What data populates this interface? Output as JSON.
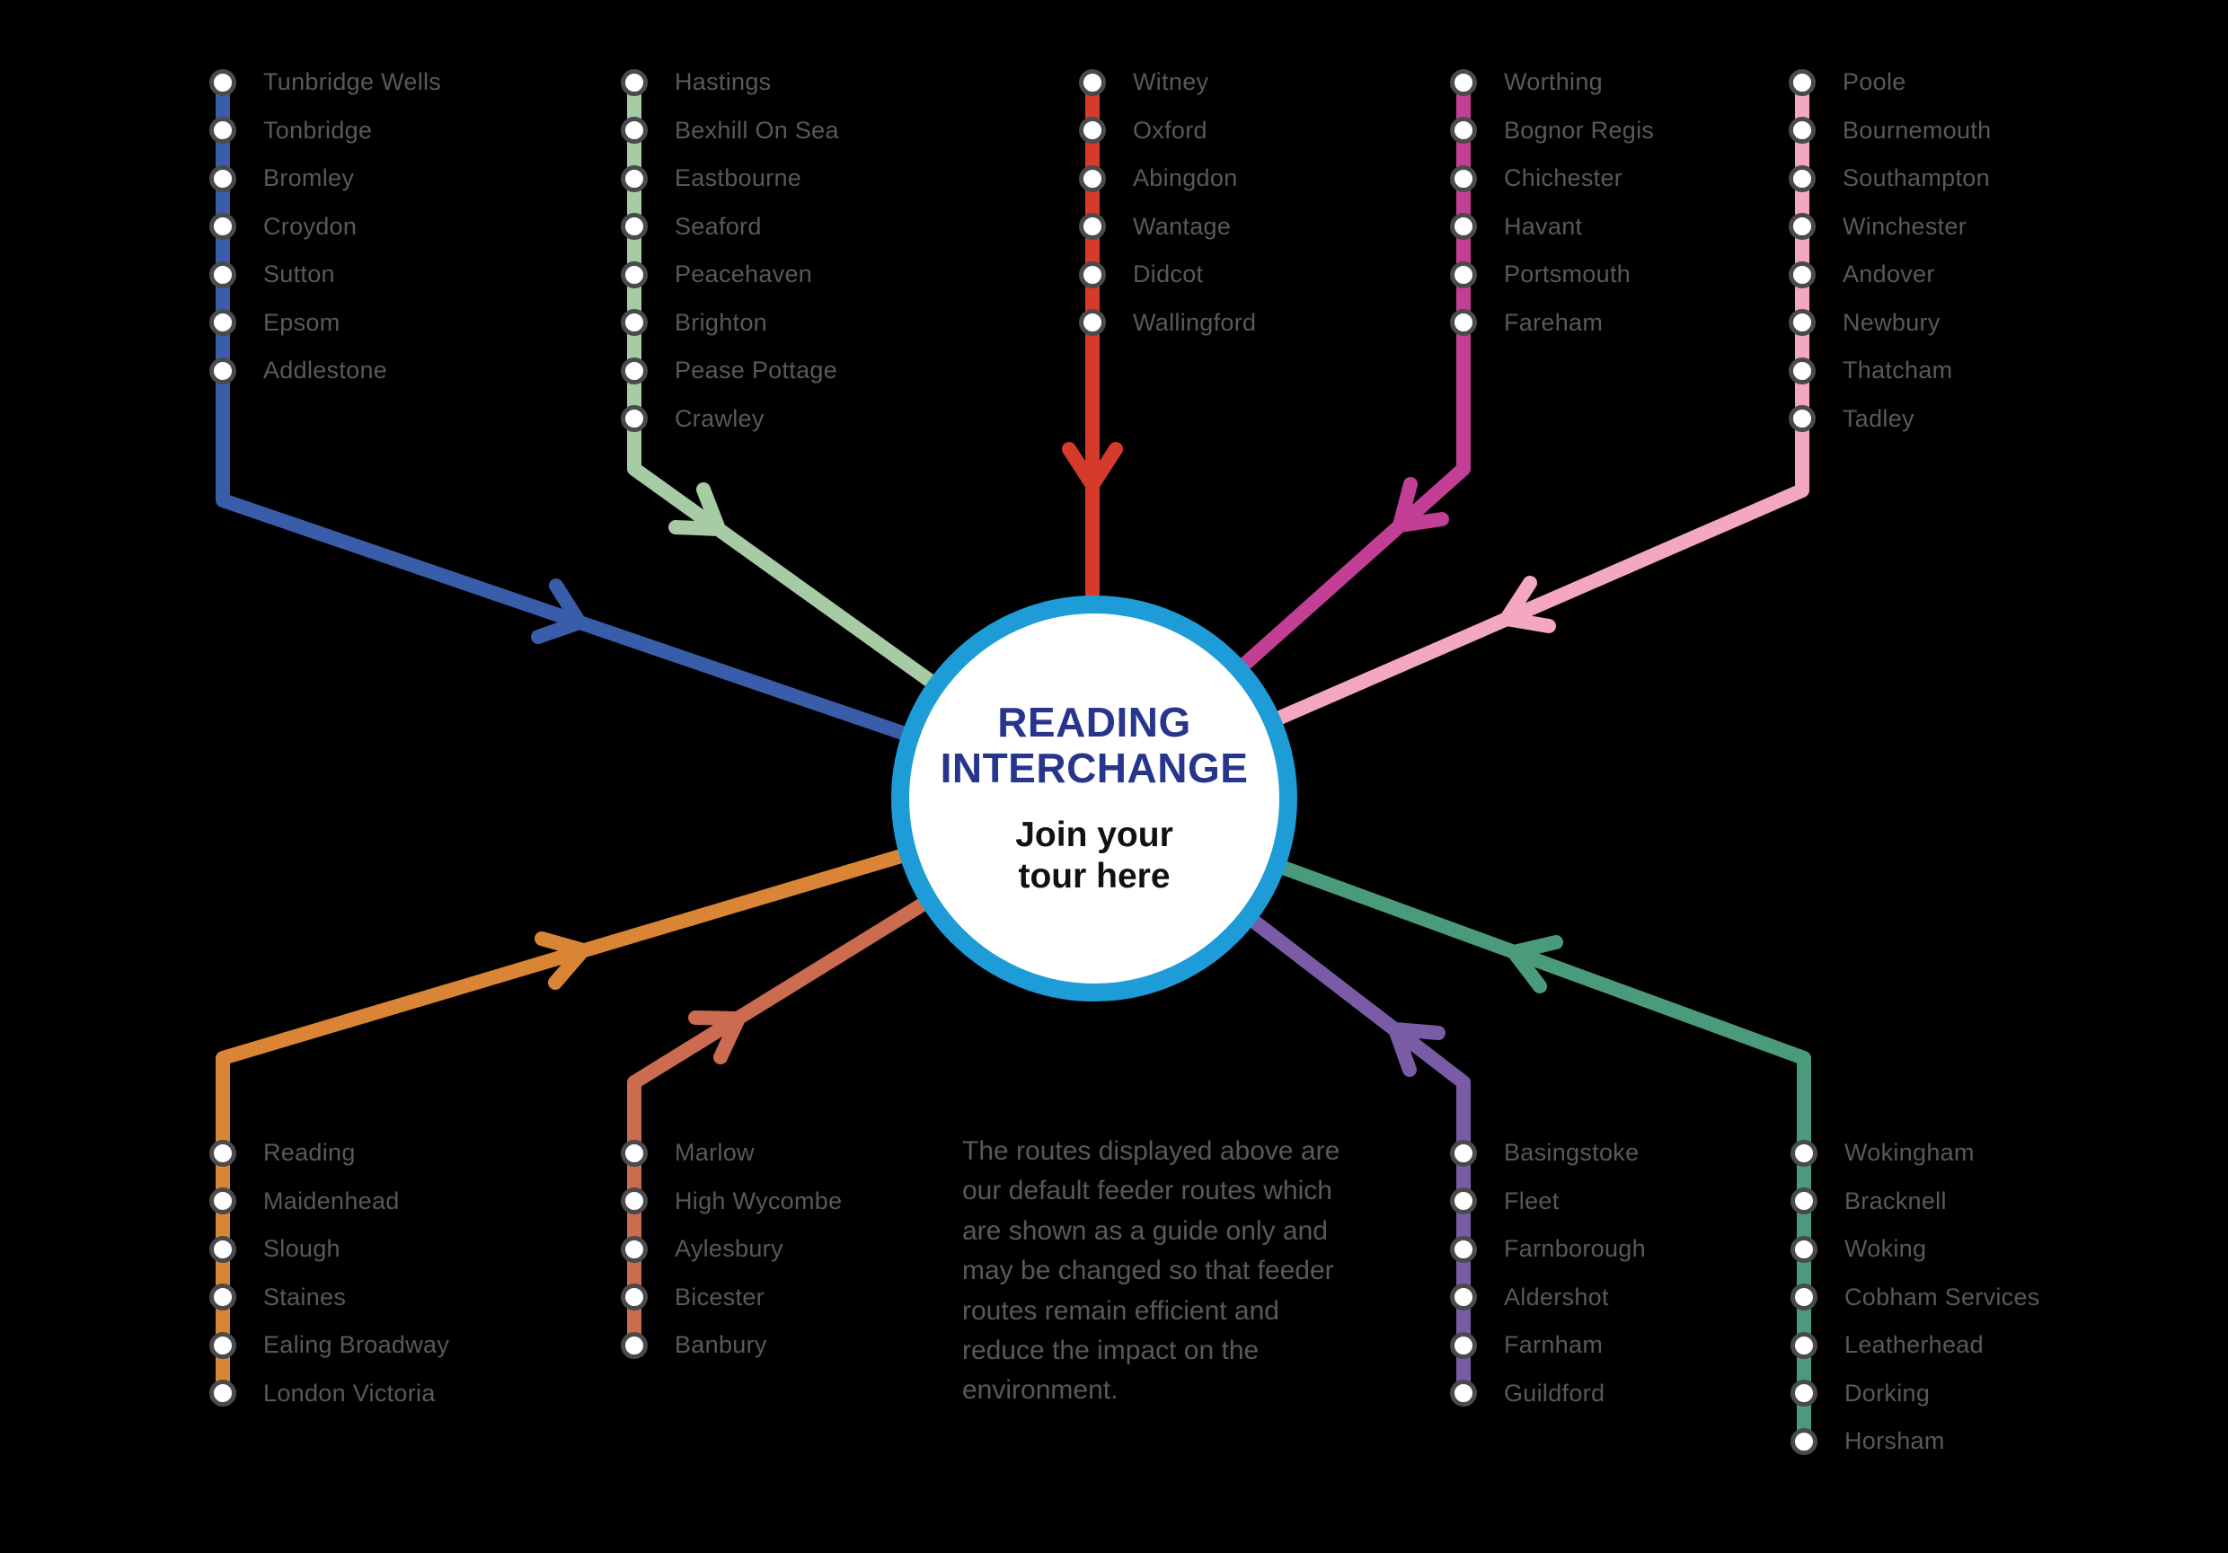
{
  "background_color": "#000000",
  "center": {
    "title_line1": "READING",
    "title_line2": "INTERCHANGE",
    "subtitle_line1": "Join your",
    "subtitle_line2": "tour here",
    "title_color": "#27368C",
    "ring_color": "#1E9CD7",
    "fill_color": "#FFFFFF"
  },
  "note": {
    "text": "The routes displayed above are our default feeder routes which are shown as a guide only and may be changed so that feeder routes remain efficient and reduce the impact on the environment.",
    "color": "#58595B"
  },
  "station_dot": {
    "fill": "#FFFFFF",
    "ring": "#4A4A4C"
  },
  "routes": {
    "blue": {
      "color": "#3A5DA9",
      "stations": [
        "Tunbridge Wells",
        "Tonbridge",
        "Bromley",
        "Croydon",
        "Sutton",
        "Epsom",
        "Addlestone"
      ]
    },
    "green": {
      "color": "#A7CBA4",
      "stations": [
        "Hastings",
        "Bexhill On Sea",
        "Eastbourne",
        "Seaford",
        "Peacehaven",
        "Brighton",
        "Pease Pottage",
        "Crawley"
      ]
    },
    "red": {
      "color": "#D63A2A",
      "stations": [
        "Witney",
        "Oxford",
        "Abingdon",
        "Wantage",
        "Didcot",
        "Wallingford"
      ]
    },
    "magenta": {
      "color": "#C33E95",
      "stations": [
        "Worthing",
        "Bognor Regis",
        "Chichester",
        "Havant",
        "Portsmouth",
        "Fareham"
      ]
    },
    "pink": {
      "color": "#F3A8C0",
      "stations": [
        "Poole",
        "Bournemouth",
        "Southampton",
        "Winchester",
        "Andover",
        "Newbury",
        "Thatcham",
        "Tadley"
      ]
    },
    "orange": {
      "color": "#DA8536",
      "stations": [
        "Reading",
        "Maidenhead",
        "Slough",
        "Staines",
        "Ealing Broadway",
        "London Victoria"
      ]
    },
    "salmon": {
      "color": "#CB6B50",
      "stations": [
        "Marlow",
        "High Wycombe",
        "Aylesbury",
        "Bicester",
        "Banbury"
      ]
    },
    "purple": {
      "color": "#7A5BA6",
      "stations": [
        "Basingstoke",
        "Fleet",
        "Farnborough",
        "Aldershot",
        "Farnham",
        "Guildford"
      ]
    },
    "teal": {
      "color": "#4A9B7C",
      "stations": [
        "Wokingham",
        "Bracknell",
        "Woking",
        "Cobham Services",
        "Leatherhead",
        "Dorking",
        "Horsham"
      ]
    }
  }
}
